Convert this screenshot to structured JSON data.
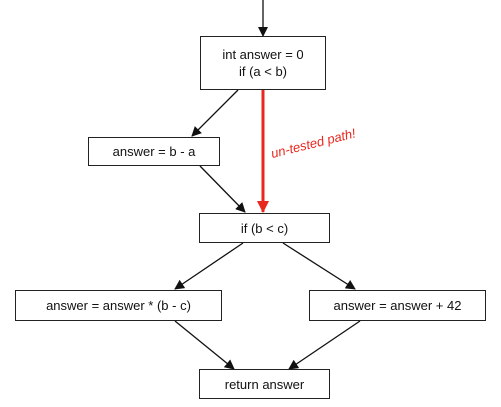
{
  "nodes": {
    "init": {
      "line1": "int answer = 0",
      "line2": "if (a < b)"
    },
    "answer_diff": {
      "label": "answer = b - a"
    },
    "cond_bc": {
      "label": "if (b < c)"
    },
    "answer_mul": {
      "label": "answer = answer * (b - c)"
    },
    "answer_add": {
      "label": "answer = answer + 42"
    },
    "return_node": {
      "label": "return answer"
    }
  },
  "annotation": {
    "text": "un-tested path!"
  },
  "colors": {
    "edge": "#111111",
    "untested_edge": "#e8281e",
    "annotation": "#e8281e"
  }
}
